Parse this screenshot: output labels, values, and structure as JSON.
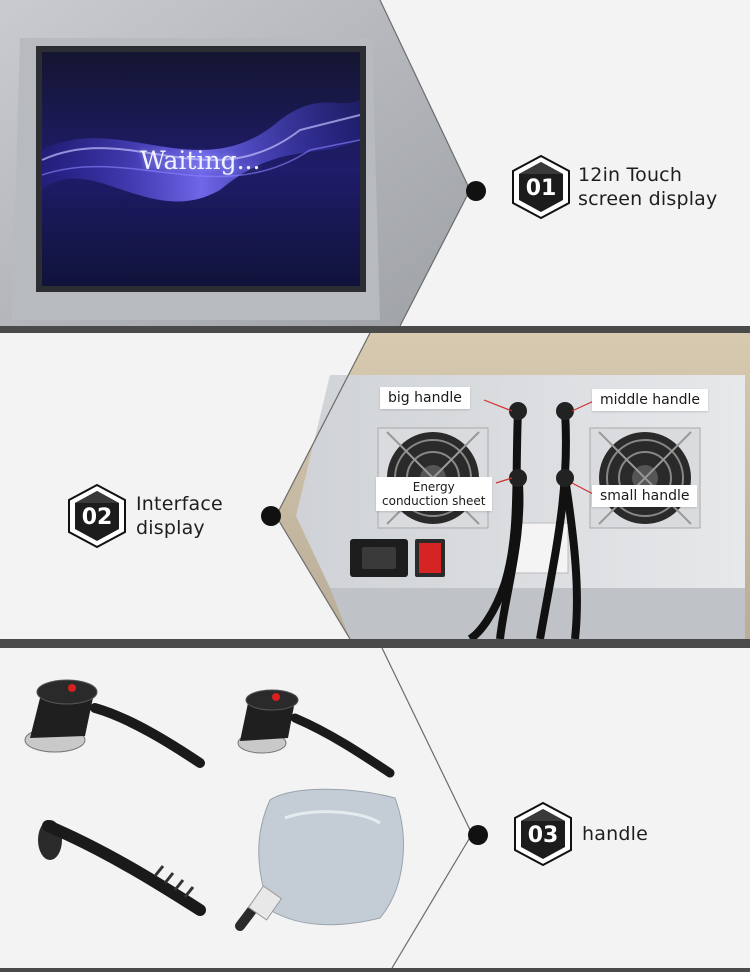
{
  "screen": {
    "status_text": "Waiting..."
  },
  "features": [
    {
      "number": "01",
      "lines": [
        "12in Touch",
        "screen display"
      ]
    },
    {
      "number": "02",
      "lines": [
        "Interface",
        "display"
      ]
    },
    {
      "number": "03",
      "lines": [
        "handle"
      ]
    }
  ],
  "interface_labels": {
    "big_handle": "big handle",
    "middle_handle": "middle handle",
    "energy_sheet_line1": "Energy",
    "energy_sheet_line2": "conduction sheet",
    "small_handle": "small handle"
  },
  "colors": {
    "background": "#f3f3f3",
    "divider": "#4a4a4a",
    "badge": "#1c1c1c",
    "screen_glow": "#5a4bff"
  }
}
